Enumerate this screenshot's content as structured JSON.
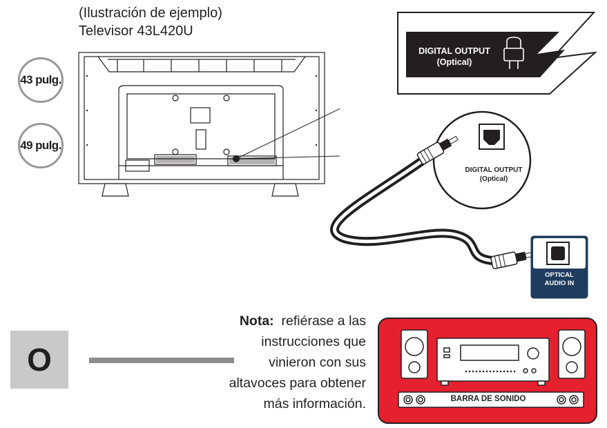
{
  "caption": {
    "line1": "(Ilustración de ejemplo)",
    "line2": "Televisor 43L420U"
  },
  "badges": [
    "43 pulg.",
    "49 pulg."
  ],
  "callout": {
    "line1": "DIGITAL OUTPUT",
    "line2": "(Optical)",
    "icon": "optical-port-icon"
  },
  "tv_port": {
    "line1": "DIGITAL OUTPUT",
    "line2": "(Optical)"
  },
  "optical_in": {
    "line1": "OPTICAL",
    "line2": "AUDIO IN"
  },
  "or_box": "O",
  "note": {
    "bold": "Nota:",
    "line1": "refiérase a las",
    "line2": "instrucciones que",
    "line3": "vinieron con sus",
    "line4": "altavoces para obtener",
    "line5": "más información."
  },
  "soundbar": {
    "label": "BARRA DE SONIDO",
    "panel_color": "#e5202f"
  }
}
